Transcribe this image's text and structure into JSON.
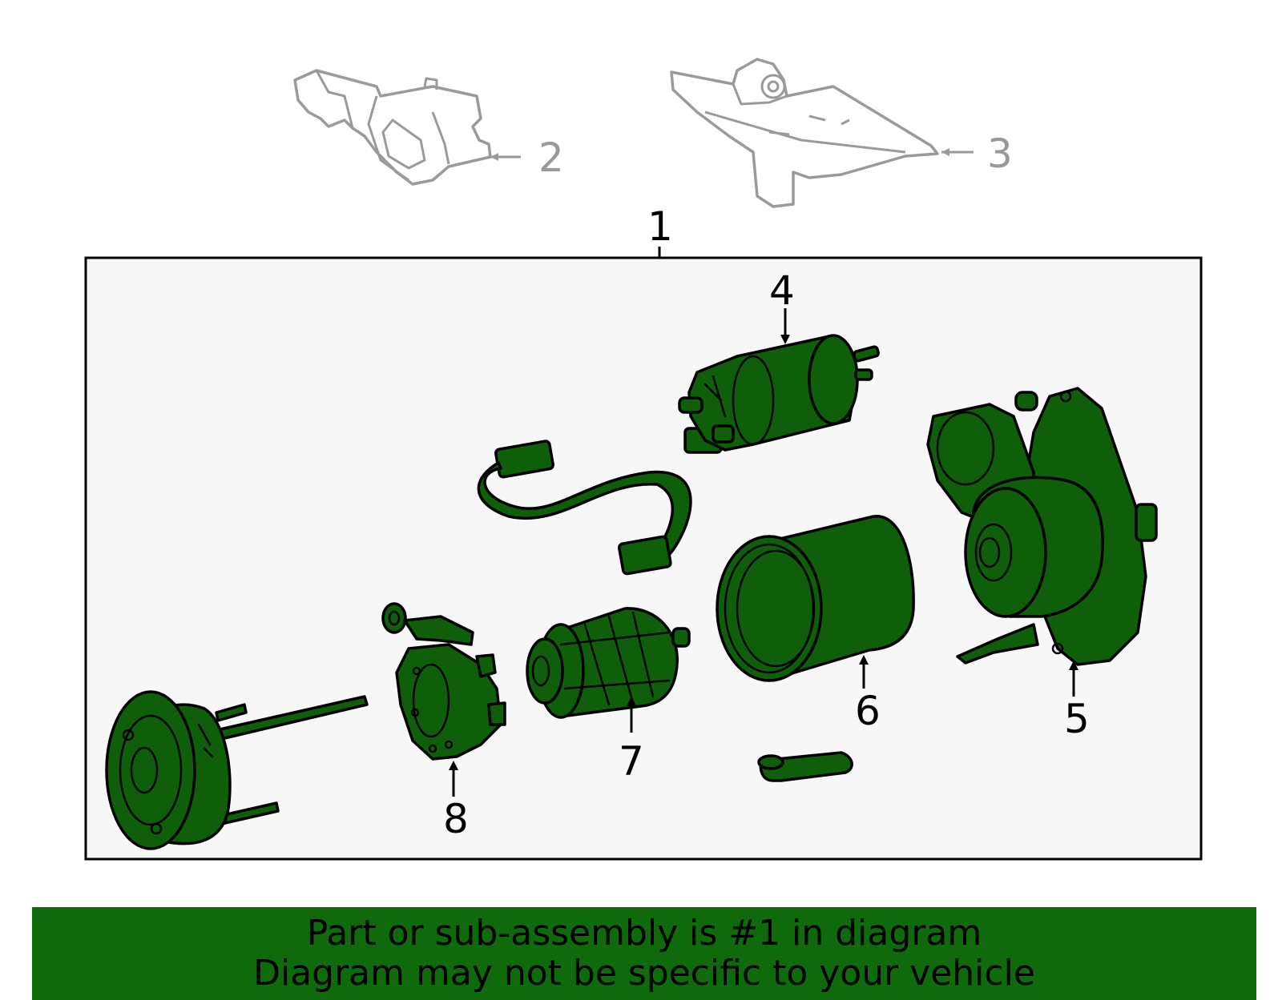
{
  "callouts": {
    "c1": "1",
    "c2": "2",
    "c3": "3",
    "c4": "4",
    "c5": "5",
    "c6": "6",
    "c7": "7",
    "c8": "8"
  },
  "banner": {
    "line1": "Part or sub-assembly is #1 in diagram",
    "line2": "Diagram may not be specific to your vehicle"
  },
  "colors": {
    "part_fill": "#0f5f0a",
    "ghost_stroke": "#9a9a9a",
    "banner_bg": "#0f6a0b",
    "box_bg": "#f7f7f7"
  }
}
